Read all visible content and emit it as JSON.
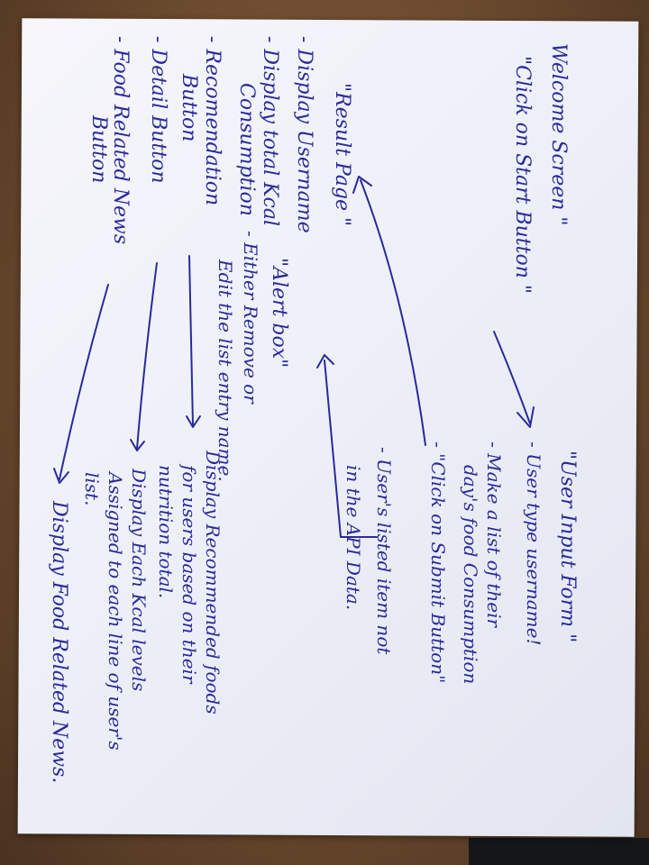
{
  "notes": {
    "welcome_quote_open": "\"",
    "welcome": "Welcome Screen \"",
    "click_start": "\"Click on Start Button \"",
    "result_page": "\"Result Page \"",
    "display_username": "- Display Username",
    "display_total_kcal": "- Display total Kcal",
    "consumption": "Consumption",
    "recommendation": "- Recomendation",
    "rec_button": "Button",
    "detail_button": "- Detail Button",
    "food_news": "- Food Related News",
    "food_news_button": "Button",
    "alert_box": "\"Alert box\"",
    "alert_remove": "- Either Remove or",
    "alert_edit": "Edit the list entry name.",
    "user_input_form": "\"User Input Form \"",
    "user_type": "- User type username!",
    "make_list": "- Make a list of their",
    "days_food": "day's food Consumption",
    "click_submit": "- \"Click on Submit Button\"",
    "users_listed": "- User's listed item not",
    "in_api": "in the API Data.",
    "display_recommended": "Display Recommended foods",
    "for_users": "for users based on their",
    "nutrition_total": "nutrition total.",
    "display_each": "Display Each Kcal levels",
    "assigned_to": "Assigned to each line of user's",
    "list": "list.",
    "display_food_news": "Display Food Related News."
  },
  "colors": {
    "ink": "#2a2a9a",
    "paper": "#f2f3f9",
    "table": "#6b4a2e"
  }
}
